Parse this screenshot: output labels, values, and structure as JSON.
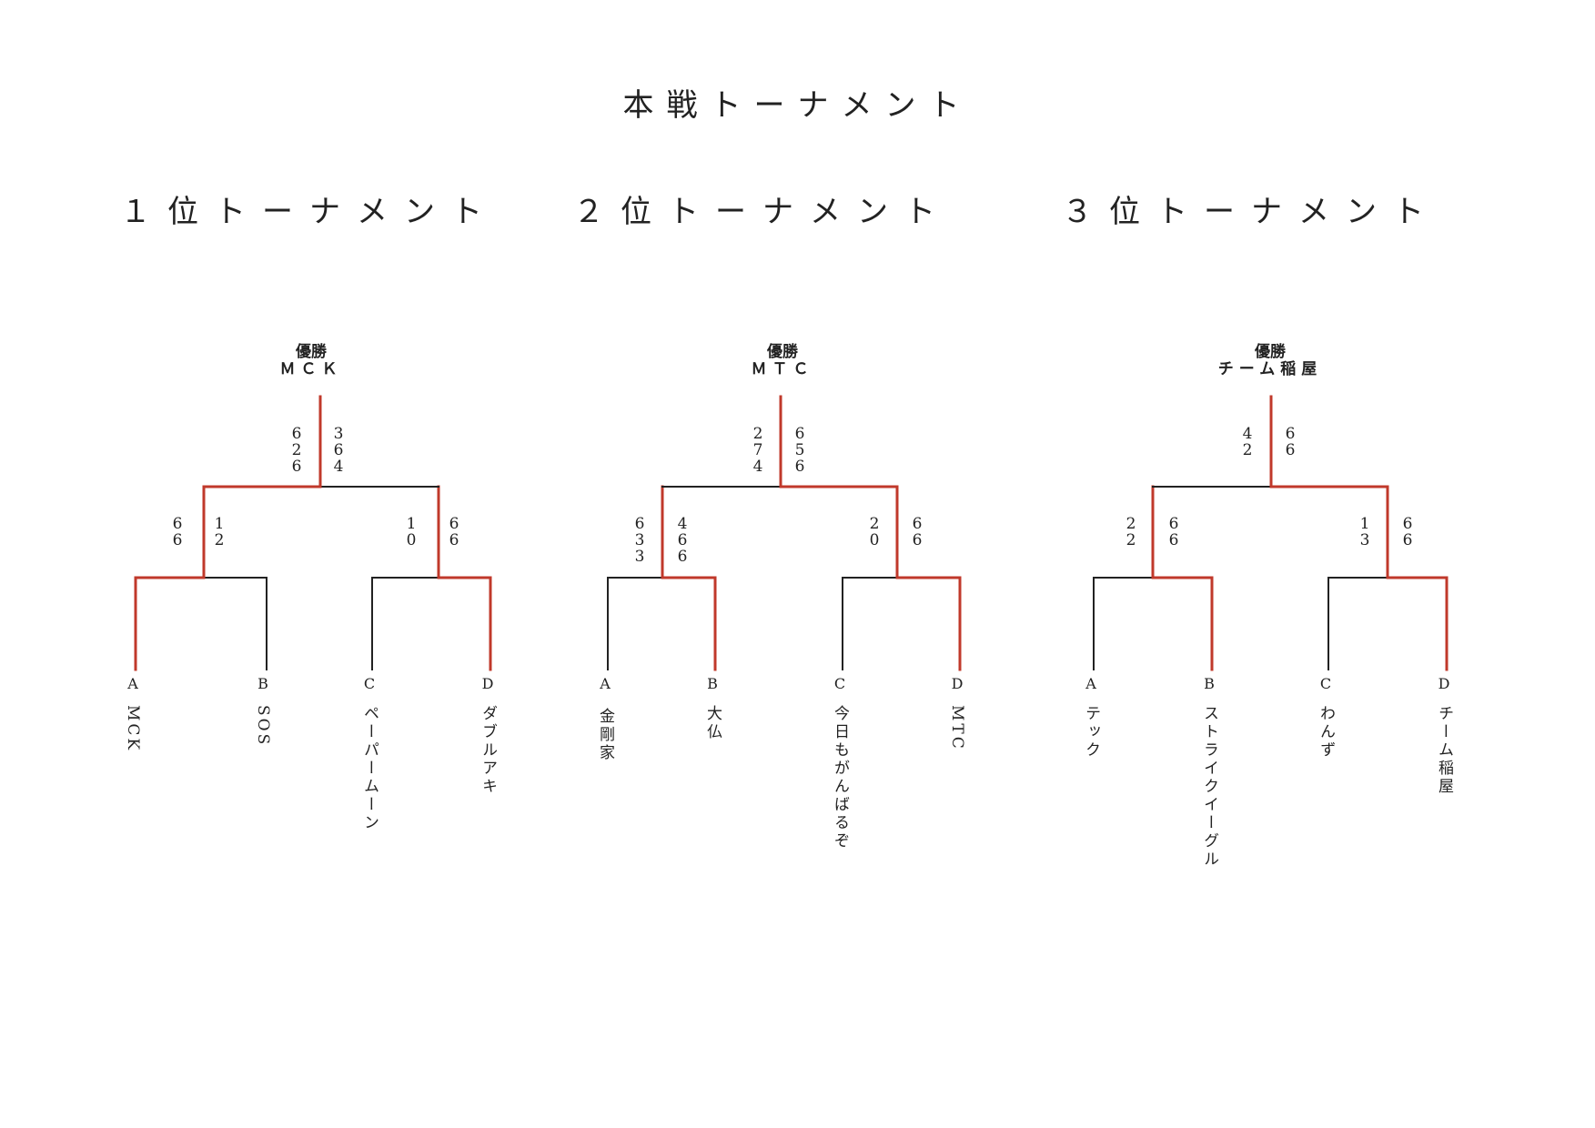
{
  "page_title": "本戦トーナメント",
  "colors": {
    "winner_path": "#c0392b",
    "loser_path": "#222222"
  },
  "tournaments": [
    {
      "title": "１位トーナメント",
      "winner_label": "優勝",
      "winner_name": "ＭＣＫ",
      "final_scores": [
        "6\n2\n6",
        "3\n6\n4"
      ],
      "semi_left_scores": [
        "6\n6",
        "1\n2"
      ],
      "semi_right_scores": [
        "1\n0",
        "6\n6"
      ],
      "seeds": [
        "A",
        "B",
        "C",
        "D"
      ],
      "teams": [
        "MCK",
        "SOS",
        "ペーパームーン",
        "ダブルアキ"
      ]
    },
    {
      "title": "２位トーナメント",
      "winner_label": "優勝",
      "winner_name": "ＭＴＣ",
      "final_scores": [
        "2\n7\n4",
        "6\n5\n6"
      ],
      "semi_left_scores": [
        "6\n3\n3",
        "4\n6\n6"
      ],
      "semi_right_scores": [
        "2\n0",
        "6\n6"
      ],
      "seeds": [
        "A",
        "B",
        "C",
        "D"
      ],
      "teams": [
        "金剛家",
        "大仏",
        "今日もがんばるぞ",
        "MTC"
      ]
    },
    {
      "title": "３位トーナメント",
      "winner_label": "優勝",
      "winner_name": "チーム稲屋",
      "final_scores": [
        "4\n2",
        "6\n6"
      ],
      "semi_left_scores": [
        "2\n2",
        "6\n6"
      ],
      "semi_right_scores": [
        "1\n3",
        "6\n6"
      ],
      "seeds": [
        "A",
        "B",
        "C",
        "D"
      ],
      "teams": [
        "テック",
        "ストライクイーグル",
        "わんず",
        "チーム稲屋"
      ]
    }
  ]
}
